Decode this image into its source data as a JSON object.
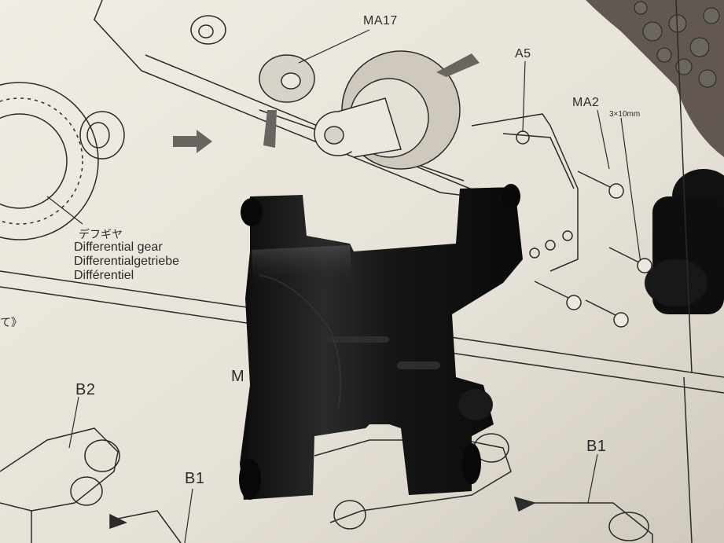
{
  "labels": {
    "ma17": "MA17",
    "a5": "A5",
    "ma2": "MA2",
    "ma2_size": "3×10mm",
    "b2": "B2",
    "b1_left": "B1",
    "b1_right": "B1",
    "m_partial": "M",
    "jp_fragment": "て》"
  },
  "caption": {
    "japanese": "デフギヤ",
    "english": "Differential gear",
    "german": "Differentialgetriebe",
    "french": "Différentiel"
  },
  "colors": {
    "paper": "#ece8df",
    "ink": "#2b2b2b",
    "plastic": "#121212",
    "plastic_highlight": "#3a3a3a",
    "bag": "#4a403a",
    "screw_metal": "#6b6660"
  }
}
